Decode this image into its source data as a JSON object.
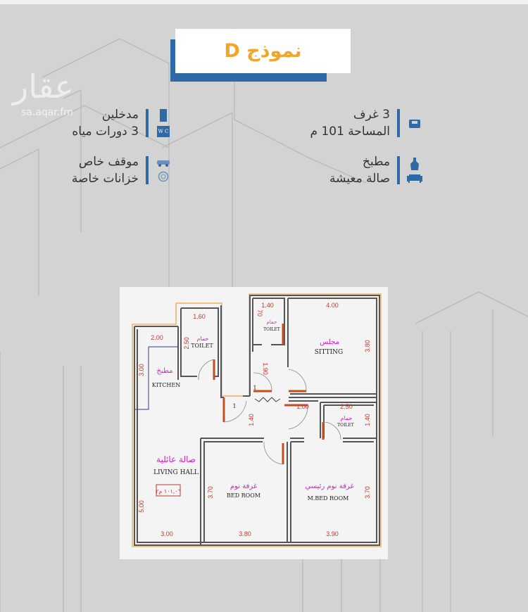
{
  "header": {
    "title": "نموذج D"
  },
  "logo": {
    "text": "عقار",
    "url": "sa.aqar.fm"
  },
  "features": {
    "right": [
      {
        "lines": [
          "3 غرف",
          "المساحة 101 م"
        ],
        "icons": [
          "bed-icon"
        ]
      },
      {
        "lines": [
          "مطبخ",
          "صالة معيشة"
        ],
        "icons": [
          "apron-icon",
          "sofa-icon"
        ]
      }
    ],
    "left": [
      {
        "lines": [
          "مدخلين",
          "3 دورات مياه"
        ],
        "icons": [
          "door-icon",
          "wc-icon"
        ]
      },
      {
        "lines": [
          "موقف خاص",
          "خزانات خاصة"
        ],
        "icons": [
          "car-icon",
          "water-tank-icon"
        ]
      }
    ],
    "wc_label": "W C"
  },
  "floor_plan": {
    "rooms": {
      "kitchen": {
        "ar": "مطبخ",
        "en": "KITCHEN"
      },
      "toilet1": {
        "ar": "حمام",
        "en": "TOILET"
      },
      "toilet2": {
        "ar": "حمام",
        "en": "TOILET"
      },
      "toilet3": {
        "ar": "حمام",
        "en": "TOILET"
      },
      "sitting": {
        "ar": "مجلس",
        "en": "SITTING"
      },
      "living": {
        "ar": "صالة عائلية",
        "en": "LIVING HALL"
      },
      "bed": {
        "ar": "غرفة نوم",
        "en": "BED ROOM"
      },
      "mbed": {
        "ar": "غرفة نوم رئيسي",
        "en": "M.BED ROOM"
      }
    },
    "area_label": "١٠١,٠٦ م٢",
    "door_marks": [
      "1",
      "1"
    ],
    "dimensions": {
      "d1": "1.60",
      "d2": "2.00",
      "d3": "2.50",
      "d4": "3.00",
      "d5": "1.40",
      "d6": "70",
      "d7": "4.00",
      "d8": "3.80",
      "d9": "1.90",
      "d10": "1.40",
      "d11": "1.00",
      "d12": "2.50",
      "d13": "1.40",
      "d14": "5.00",
      "d15": "3.70",
      "d16": "3.70",
      "d17": "3.00",
      "d18": "3.80",
      "d19": "3.90"
    },
    "colors": {
      "label": "#d81bc4",
      "dimension": "#c0392b",
      "wall": "#555555",
      "door": "#c0501f"
    }
  }
}
